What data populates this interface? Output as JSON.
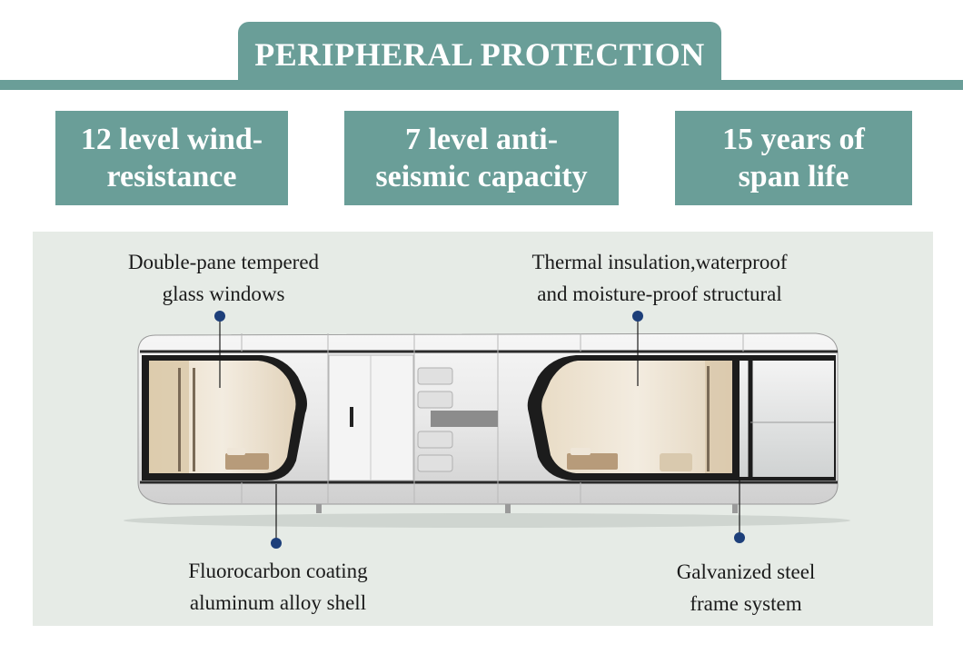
{
  "header": {
    "title": "PERIPHERAL PROTECTION"
  },
  "features": [
    {
      "line1": "12 level wind-",
      "line2": "resistance"
    },
    {
      "line1": "7 level anti-",
      "line2": "seismic capacity"
    },
    {
      "line1": "15 years of",
      "line2": "span life"
    }
  ],
  "callouts": {
    "windows": {
      "line1": "Double-pane tempered",
      "line2": "glass windows"
    },
    "insulation": {
      "line1": "Thermal insulation,waterproof",
      "line2": "and moisture-proof structural"
    },
    "coating": {
      "line1": "Fluorocarbon coating",
      "line2": "aluminum alloy shell"
    },
    "frame": {
      "line1": "Galvanized steel",
      "line2": "frame system"
    }
  },
  "colors": {
    "accent": "#6a9e98",
    "panel": "#e6ebe6",
    "marker": "#1d3f7a"
  }
}
